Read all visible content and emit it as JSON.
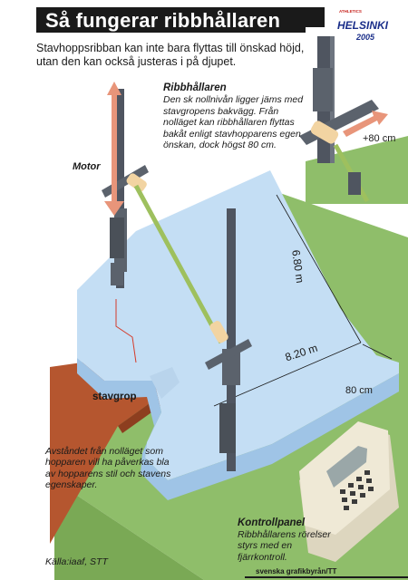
{
  "title": "Så fungerar ribbhållaren",
  "intro": "Stavhoppsribban kan inte bara flyttas till önskad höjd, utan den kan också justeras i på djupet.",
  "ribbhallaren": {
    "heading": "Ribbhållaren",
    "body": "Den sk nollnivån ligger jäms med stavgropens bakvägg. Från nolläget kan ribbhållaren flyttas bakåt enligt stavhopparens egen önskan, dock högst 80 cm."
  },
  "labels": {
    "motor": "Motor",
    "plus80": "+80 cm",
    "depth": "6.80 m",
    "width": "8.20 m",
    "cm80": "80 cm",
    "stavgrop": "stavgrop"
  },
  "avstandet": "Avståndet från nolläget som hopparen vill ha påverkas bla av hopparens stil och stavens egenskaper.",
  "kontrollpanel": {
    "heading": "Kontrollpanel",
    "body": "Ribbhållarens rörelser styrs med en fjärrkontroll."
  },
  "source": "Källa:iaaf, STT",
  "credit": "svenska grafikbyrån/TT",
  "logo": {
    "top": "ATHLETICS",
    "main": "HELSINKI",
    "year": "2005"
  },
  "colors": {
    "title_bg": "#1a1a1a",
    "mat": "#c4def4",
    "mat_side": "#9fc4e6",
    "grass": "#8fbe6a",
    "runway": "#b5562f",
    "arrow": "#e8957a",
    "pole": "#4f5560",
    "bar": "#9ec05e"
  }
}
